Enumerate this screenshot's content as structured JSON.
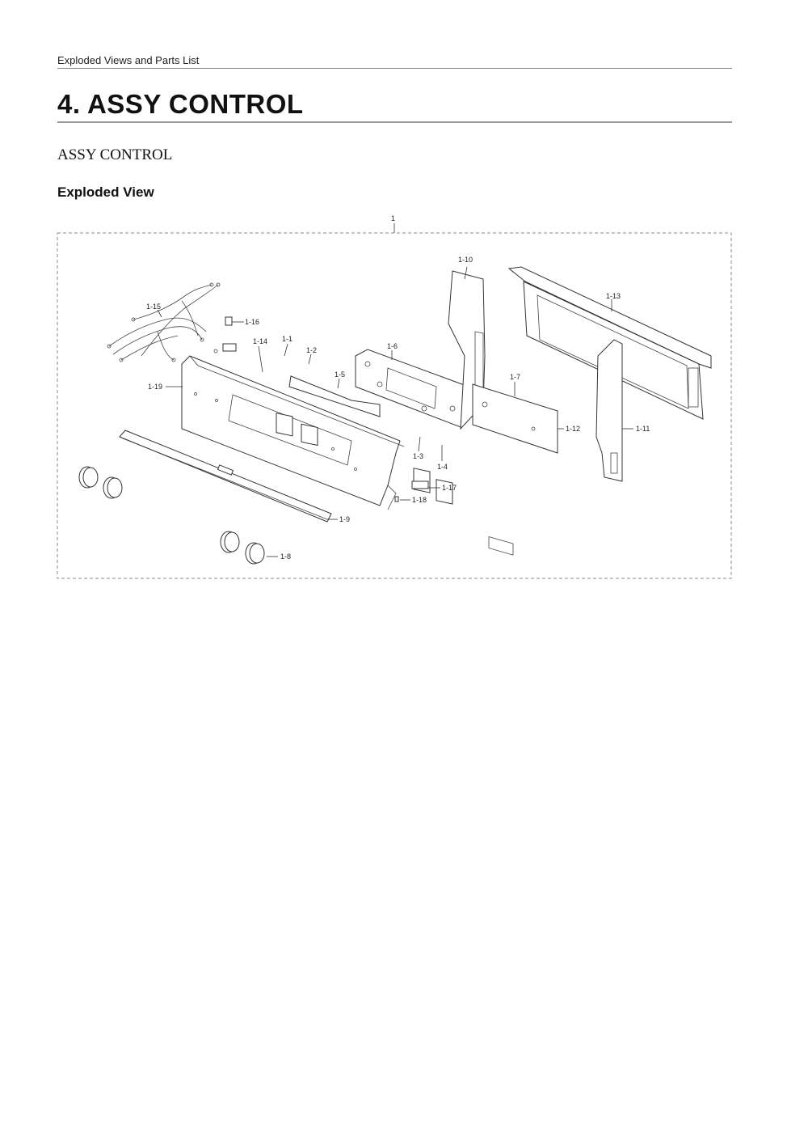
{
  "header": {
    "running_title": "Exploded Views and Parts List"
  },
  "page": {
    "title": "4.  ASSY CONTROL",
    "subtitle": "ASSY CONTROL",
    "section_heading": "Exploded View"
  },
  "diagram": {
    "assembly_label": "1",
    "callouts": {
      "p1_1": "1-1",
      "p1_2": "1-2",
      "p1_3": "1-3",
      "p1_4": "1-4",
      "p1_5": "1-5",
      "p1_6": "1-6",
      "p1_7": "1-7",
      "p1_8": "1-8",
      "p1_9": "1-9",
      "p1_10": "1-10",
      "p1_11": "1-11",
      "p1_12": "1-12",
      "p1_13": "1-13",
      "p1_14": "1-14",
      "p1_15": "1-15",
      "p1_16": "1-16",
      "p1_17": "1-17",
      "p1_18": "1-18",
      "p1_19": "1-19"
    }
  }
}
